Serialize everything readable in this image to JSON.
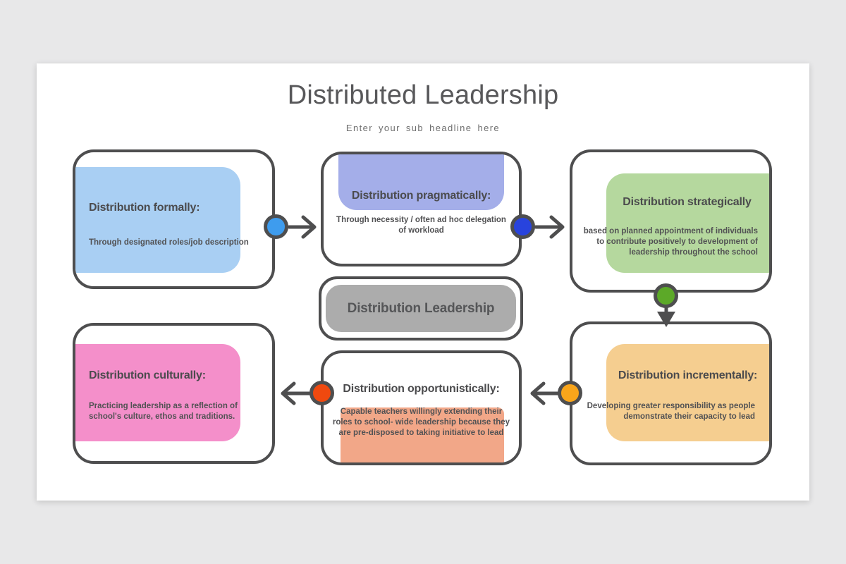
{
  "slide": {
    "title": "Distributed Leadership",
    "subtitle": "Enter your sub headline here"
  },
  "center_box": {
    "label": "Distribution Leadership",
    "fill": "#ACACAC"
  },
  "boxes": [
    {
      "key": "formally",
      "heading": "Distribution formally:",
      "body_lines": [
        "Through designated roles/job description"
      ],
      "fill": "#A9CFF3",
      "fill_position": "left",
      "text_align": "left"
    },
    {
      "key": "pragmatically",
      "heading": "Distribution pragmatically:",
      "body_lines": [
        "Through necessity / often ad hoc delegation",
        "of workload"
      ],
      "fill": "#A4AEE9",
      "fill_position": "top",
      "text_align": "center"
    },
    {
      "key": "strategically",
      "heading": "Distribution strategically",
      "body_lines": [
        "based on planned appointment of individuals",
        "to contribute positively to development of",
        "leadership throughout the school"
      ],
      "fill": "#B5D89E",
      "fill_position": "right",
      "text_align": "right"
    },
    {
      "key": "culturally",
      "heading": "Distribution culturally:",
      "body_lines": [
        "Practicing leadership as a reflection of",
        "school's culture, ethos and traditions."
      ],
      "fill": "#F48FCA",
      "fill_position": "left",
      "text_align": "left"
    },
    {
      "key": "opportunistically",
      "heading": "Distribution opportunistically:",
      "body_lines": [
        "Capable teachers willingly extending their",
        "roles to school- wide leadership because they",
        "are pre-disposed to taking initiative to lead"
      ],
      "fill": "#F2A788",
      "fill_position": "bottom",
      "text_align": "center"
    },
    {
      "key": "incrementally",
      "heading": "Distribution incrementally:",
      "body_lines": [
        "Developing greater responsibility as people",
        "demonstrate their capacity to lead"
      ],
      "fill": "#F5CE90",
      "fill_position": "right",
      "text_align": "right"
    }
  ],
  "connectors": {
    "dots": [
      {
        "name": "dot-formally-out",
        "color": "#3E9CEE",
        "on": "formally right border"
      },
      {
        "name": "dot-pragmatically-out",
        "color": "#2843DD",
        "on": "pragmatically right border"
      },
      {
        "name": "dot-strategically-out",
        "color": "#5CA928",
        "on": "strategically bottom border"
      },
      {
        "name": "dot-incrementally-out",
        "color": "#F9A51B",
        "on": "incrementally left border"
      },
      {
        "name": "dot-opportunistically-out",
        "color": "#F0490F",
        "on": "opportunistically left border"
      }
    ],
    "arrows": [
      {
        "from": "formally",
        "to": "pragmatically",
        "direction": "right"
      },
      {
        "from": "pragmatically",
        "to": "strategically",
        "direction": "right"
      },
      {
        "from": "strategically",
        "to": "incrementally",
        "direction": "down"
      },
      {
        "from": "incrementally",
        "to": "opportunistically",
        "direction": "left"
      },
      {
        "from": "opportunistically",
        "to": "culturally",
        "direction": "left"
      }
    ],
    "stroke_color": "#4E4E4F"
  },
  "colors": {
    "page_background": "#E8E8E9",
    "slide_background": "#FFFFFF",
    "outline": "#4E4E4F",
    "title_text": "#58585A",
    "subtitle_text": "#6E6E6E",
    "box_text": "#4F4F51"
  }
}
